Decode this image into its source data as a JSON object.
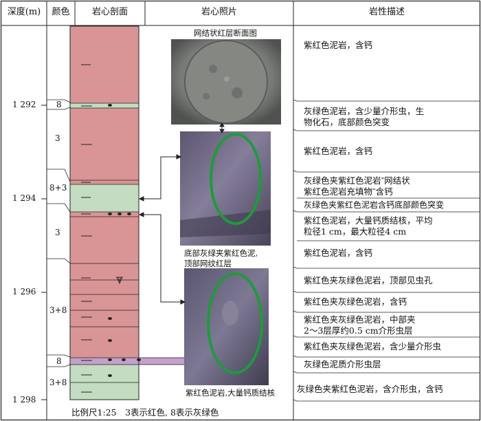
{
  "header": {
    "depth": "深度(m)",
    "color": "颜色",
    "section": "岩心剖面",
    "photo": "岩心照片",
    "description": "岩性描述"
  },
  "depth_ticks": [
    "1 292",
    "1 294",
    "1 296",
    "1 298"
  ],
  "color_codes": [
    "8",
    "3",
    "8+3",
    "3",
    "3+8",
    "8",
    "3+8"
  ],
  "colors": {
    "red_layer": "#d99595",
    "green_layer": "#c3dcc2",
    "purple_layer": "#c4a0cc",
    "circle": "#1f9a3c"
  },
  "photos": {
    "top_caption": "网结状红层断面图",
    "middle_caption_line1": "底部灰绿夹紫红色泥,",
    "middle_caption_line2": "顶部网纹红层",
    "bottom_caption": "紫红色泥岩,大量钙质结核"
  },
  "descriptions": [
    "紫红色泥岩，含钙",
    "灰绿色泥岩，含少量介形虫，生\n物化石，底部颜色突变",
    "紫红色泥岩，含钙",
    "灰绿色夹紫红色泥岩‶网结状\n紫红色泥岩充填物‶含钙",
    "灰绿色夹紫红色泥岩含钙底部颜色突变",
    "紫红色泥岩，大量钙质结核，平均\n粒径1 cm，最大粒径4 cm",
    "紫红色泥岩，含钙",
    "紫红色夹灰绿色泥岩，顶部见虫孔",
    "紫红色夹灰绿色泥岩，含钙",
    "紫红色夹灰绿色泥岩，中部夹\n2～3层厚约0.5 cm介形虫层",
    "紫红色夹灰绿色泥岩，含少量介形虫",
    "灰绿色泥质介形虫层",
    "灰绿色夹紫红色泥岩，含介形虫，含钙"
  ],
  "footer": "比例尺1:25　3表示红色, 8表示灰绿色"
}
